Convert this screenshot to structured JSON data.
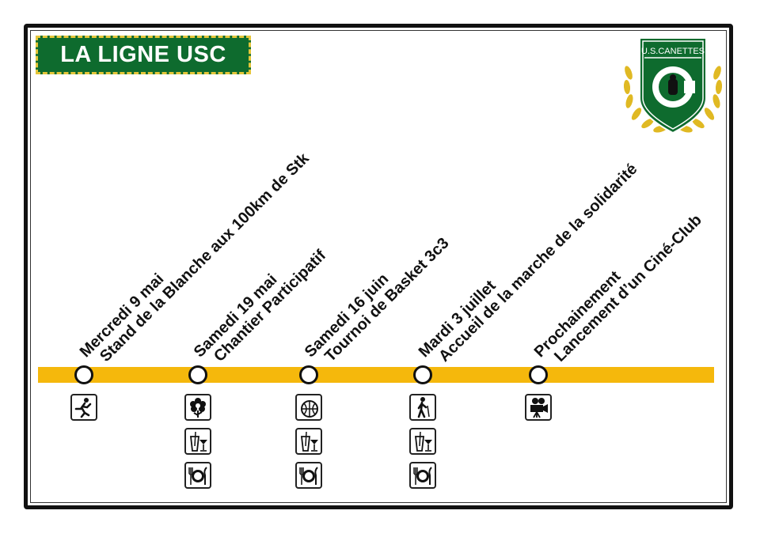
{
  "header": {
    "title": "LA LIGNE USC"
  },
  "logo": {
    "name": "U.S.CANETTES",
    "icon": "us-canettes-crest-icon"
  },
  "colors": {
    "line": "#f5b80c",
    "title_bg": "#0e6b2e",
    "title_border": "#e4c63a"
  },
  "stops": [
    {
      "date": "Mercredi 9 mai",
      "event": "Stand de la Blanche aux 100km de Stk",
      "icons": [
        "runner-icon"
      ]
    },
    {
      "date": "Samedi 19 mai",
      "event": "Chantier Participatif",
      "icons": [
        "flower-icon",
        "drinks-icon",
        "meal-icon"
      ]
    },
    {
      "date": "Samedi 16 juin",
      "event": "Tournoi de Basket 3c3",
      "icons": [
        "basketball-icon",
        "drinks-icon",
        "meal-icon"
      ]
    },
    {
      "date": "Mardi 3 juillet",
      "event": "Accueil de la marche de la solidarité",
      "icons": [
        "hiker-icon",
        "drinks-icon",
        "meal-icon"
      ]
    },
    {
      "date": "Prochainement",
      "event": "Lancement d’un Ciné-Club",
      "icons": [
        "movie-camera-icon"
      ]
    }
  ]
}
